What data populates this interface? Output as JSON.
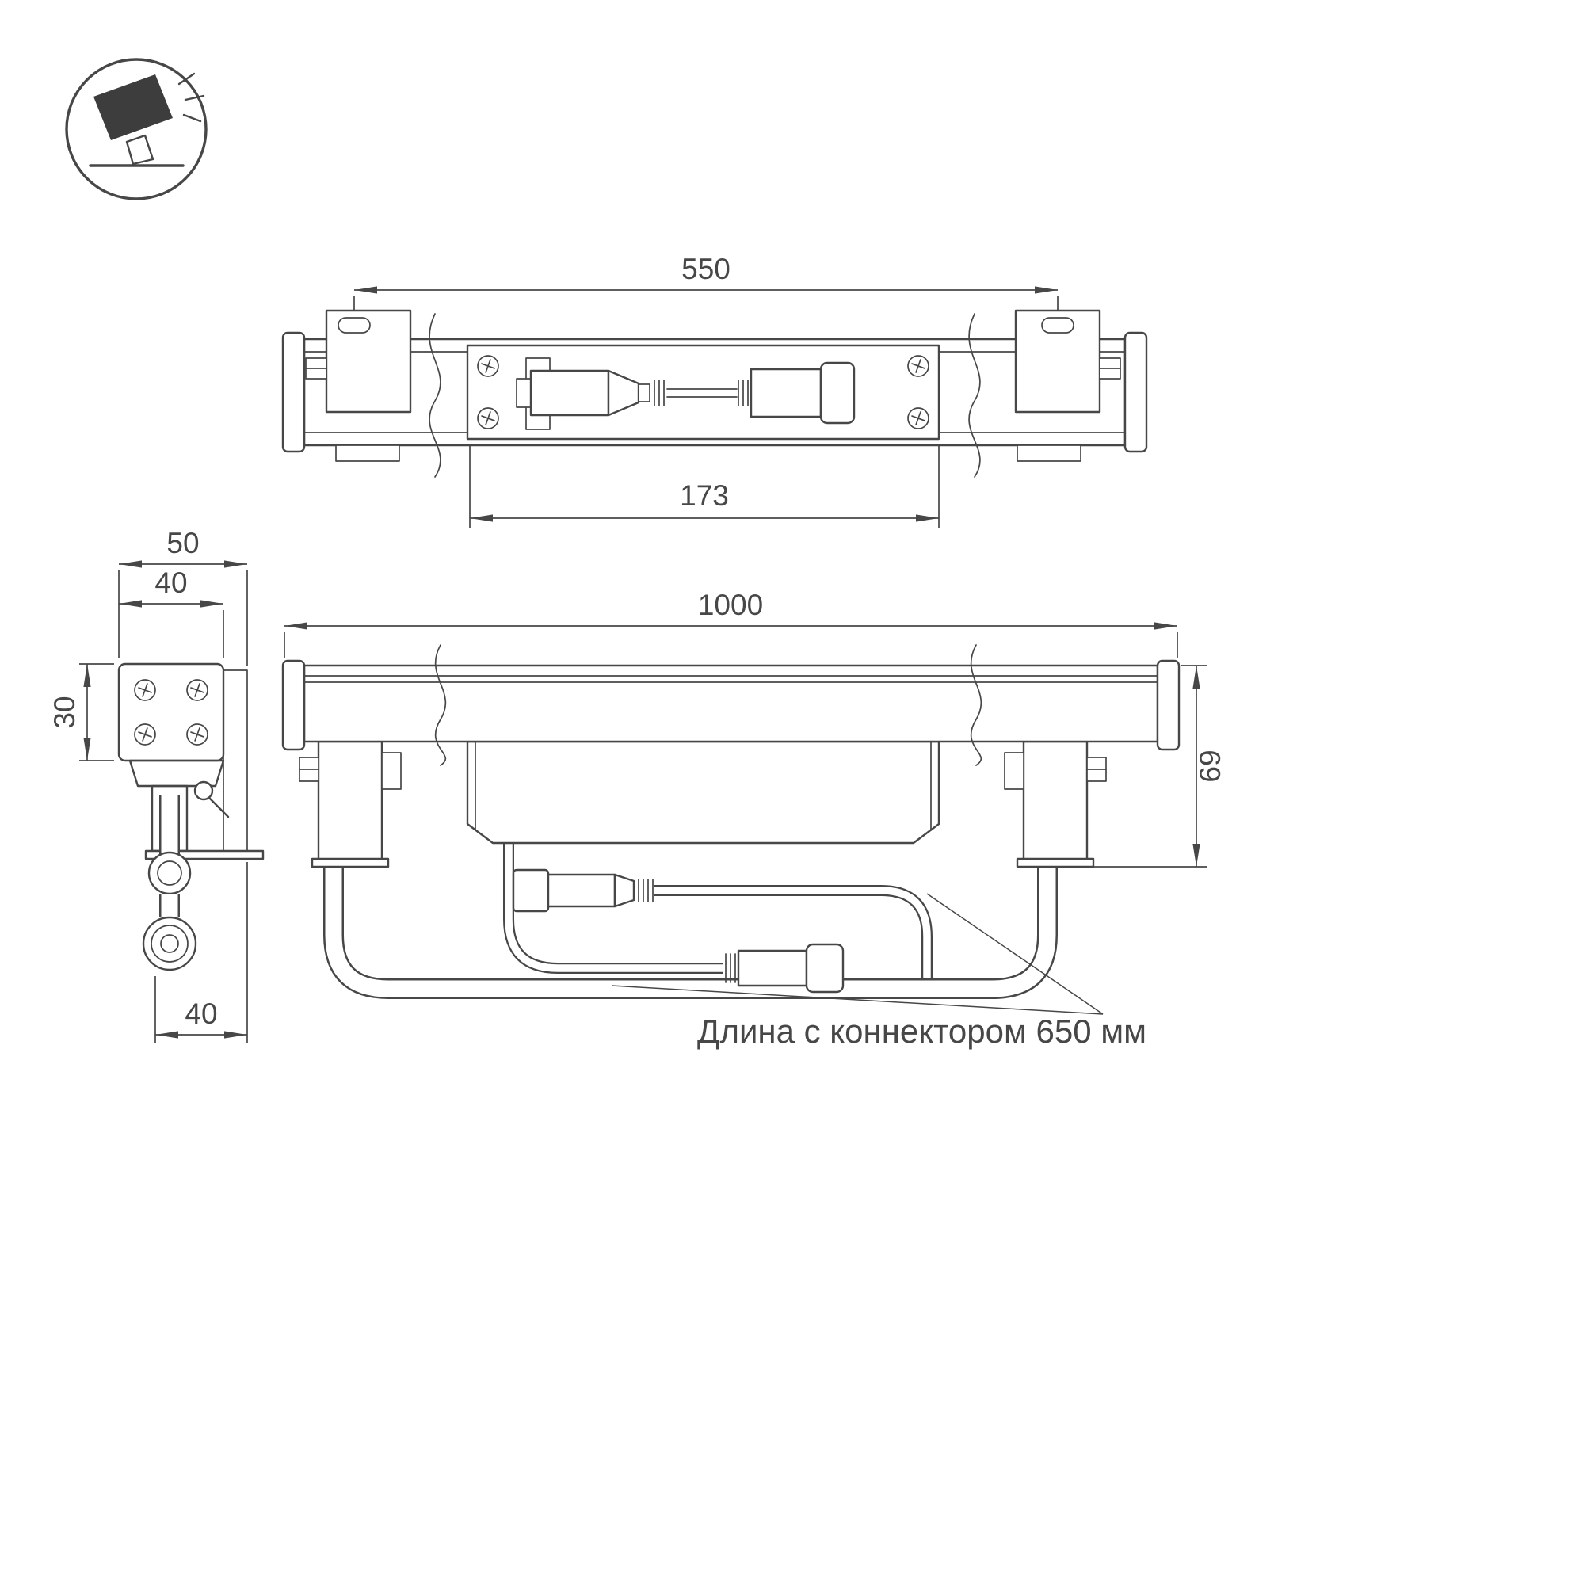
{
  "colors": {
    "line": "#474747",
    "icon_fill": "#3d3d3d",
    "text": "#474747",
    "background": "#ffffff"
  },
  "icon": {
    "name": "spotlight-ground-icon"
  },
  "dimensions": {
    "top_view": {
      "mount_spacing": "550",
      "inner_length": "173"
    },
    "side_view": {
      "overall_width": "50",
      "body_width": "40",
      "body_height": "30",
      "connector_width": "40"
    },
    "front_view": {
      "overall_length": "1000",
      "overall_height": "69"
    },
    "note": "Длина с коннектором 650 мм"
  }
}
